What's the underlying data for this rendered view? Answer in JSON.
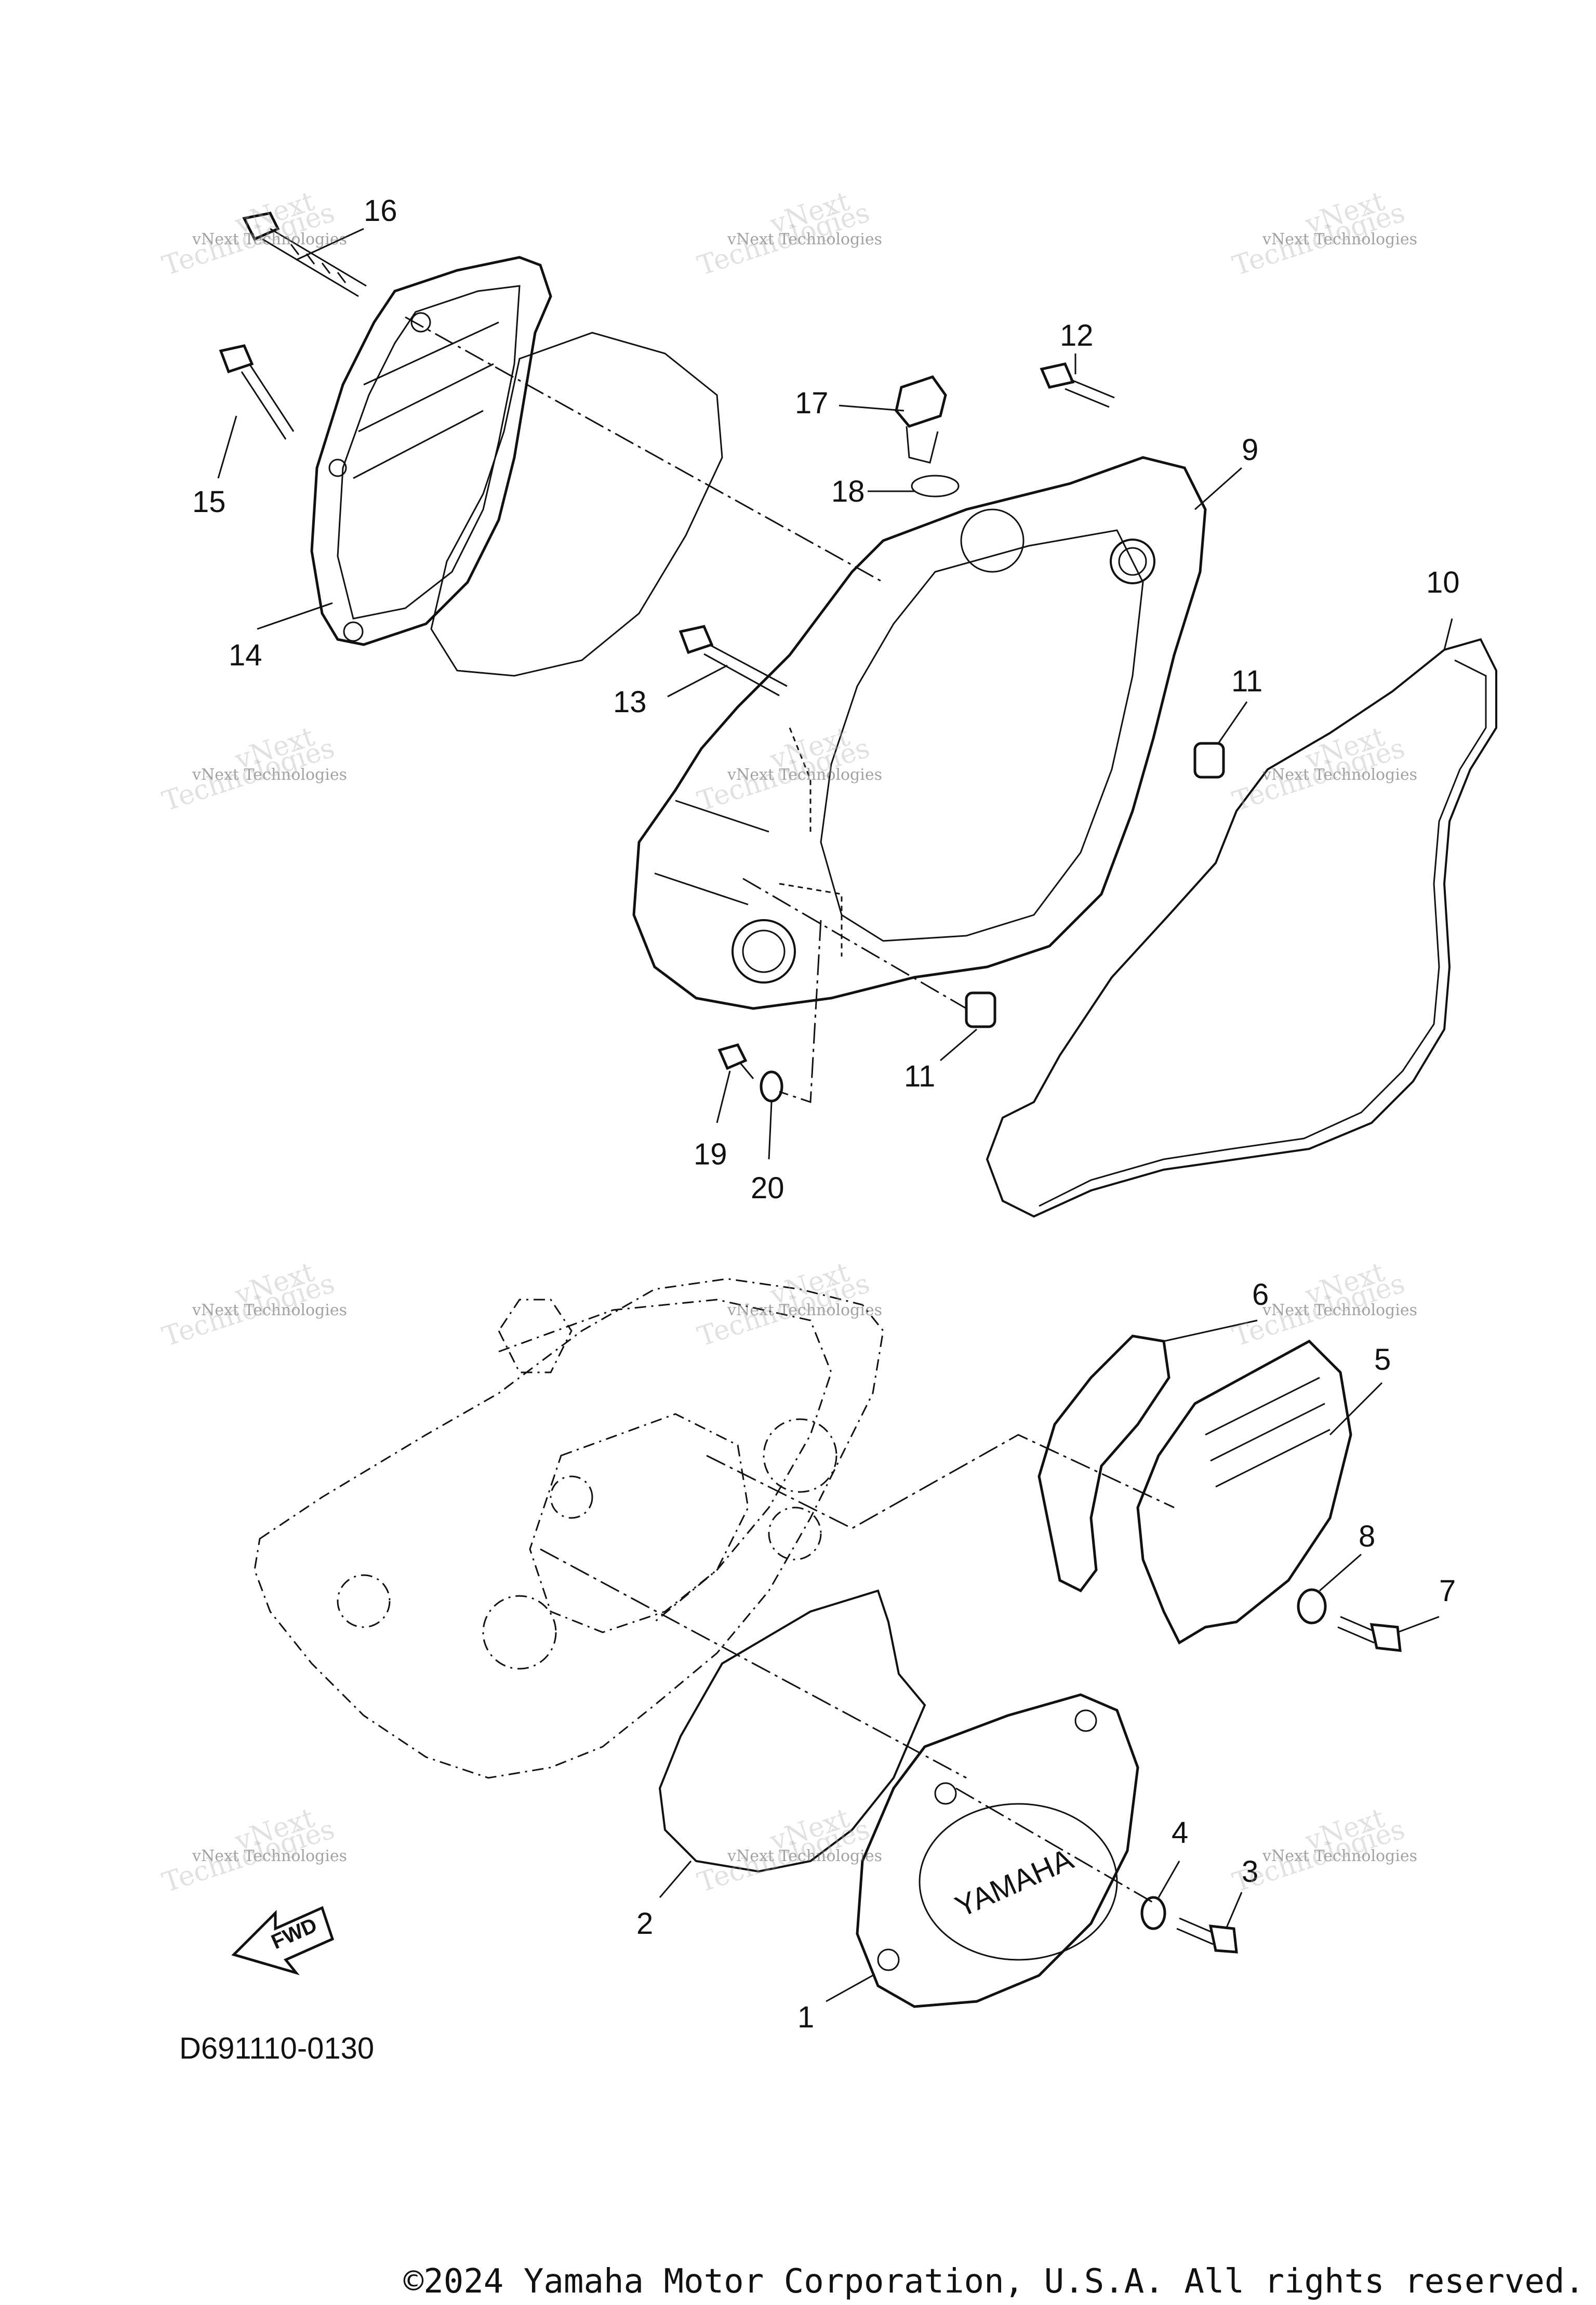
{
  "labels": {
    "p1": "1",
    "p2": "2",
    "p3": "3",
    "p4": "4",
    "p5": "5",
    "p6": "6",
    "p7": "7",
    "p8": "8",
    "p9": "9",
    "p10": "10",
    "p11a": "11",
    "p11b": "11",
    "p12": "12",
    "p13": "13",
    "p14": "14",
    "p15": "15",
    "p16": "16",
    "p17": "17",
    "p18": "18",
    "p19": "19",
    "p20": "20"
  },
  "watermark": {
    "line1": "vNext",
    "line2": "vNext Technologies",
    "line3": "Technologies"
  },
  "cover_text": "YAMAHA",
  "fwd_text": "FWD",
  "diagram_code": "D691110-0130",
  "copyright": "©2024 Yamaha Motor Corporation, U.S.A. All rights reserved."
}
